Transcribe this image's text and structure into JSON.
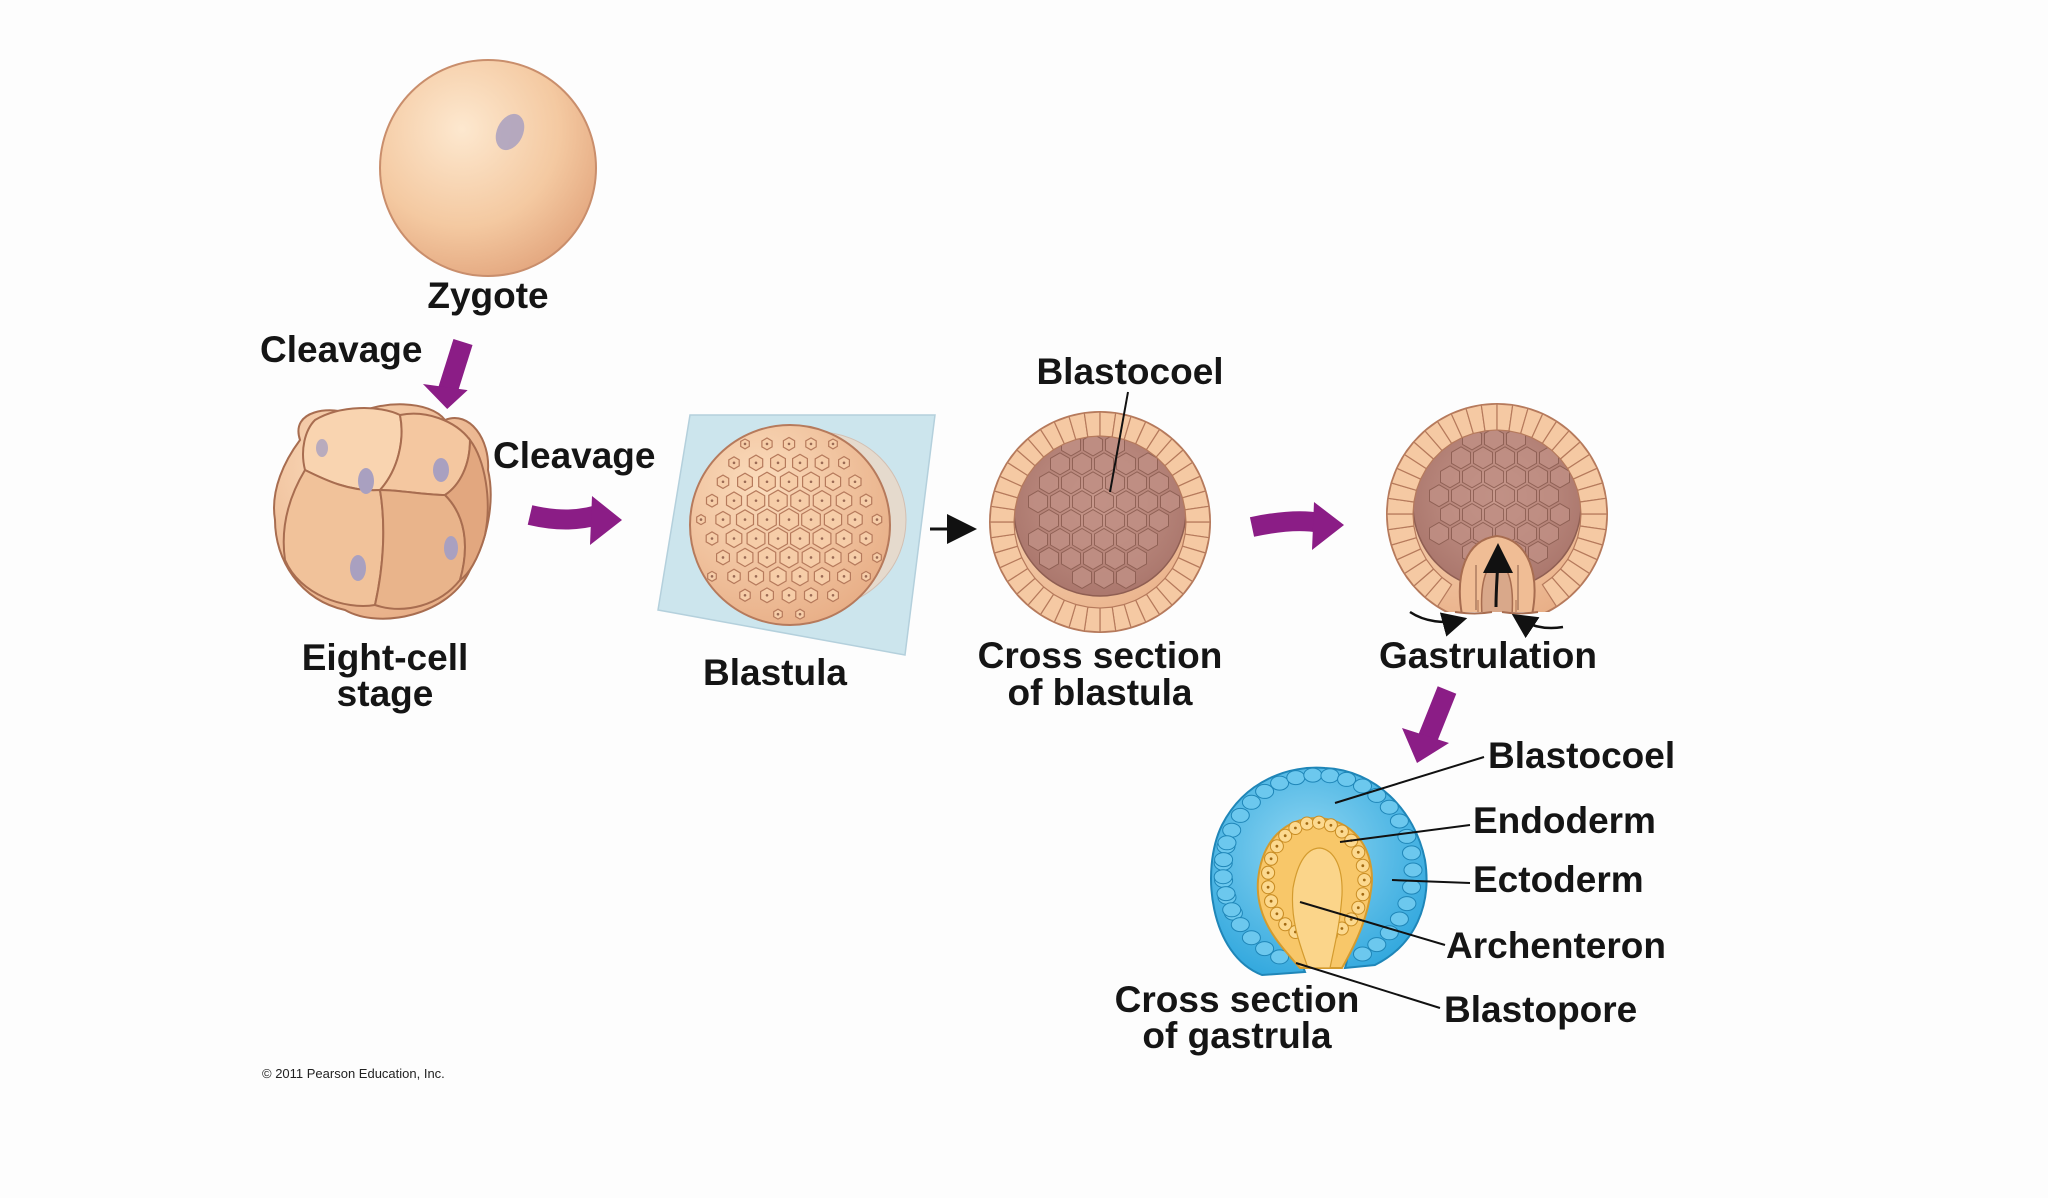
{
  "labels": {
    "zygote": "Zygote",
    "cleavage_1": "Cleavage",
    "cleavage_2": "Cleavage",
    "eight_cell_line1": "Eight-cell",
    "eight_cell_line2": "stage",
    "blastula": "Blastula",
    "blastocoel_top": "Blastocoel",
    "cross_blastula_line1": "Cross section",
    "cross_blastula_line2": "of blastula",
    "gastrulation": "Gastrulation",
    "gastrula_blastocoel": "Blastocoel",
    "endoderm": "Endoderm",
    "ectoderm": "Ectoderm",
    "archenteron": "Archenteron",
    "blastopore": "Blastopore",
    "cross_gastrula_line1": "Cross section",
    "cross_gastrula_line2": "of gastrula"
  },
  "copyright": "© 2011 Pearson Education, Inc.",
  "colors": {
    "arrow": "#8b1d86",
    "cell_fill": "#f2c8a0",
    "cell_stroke": "#b67a5c",
    "ectoderm": "#3aaee0",
    "endoderm": "#f7c25a",
    "blastula_plane": "#bcdde8"
  }
}
